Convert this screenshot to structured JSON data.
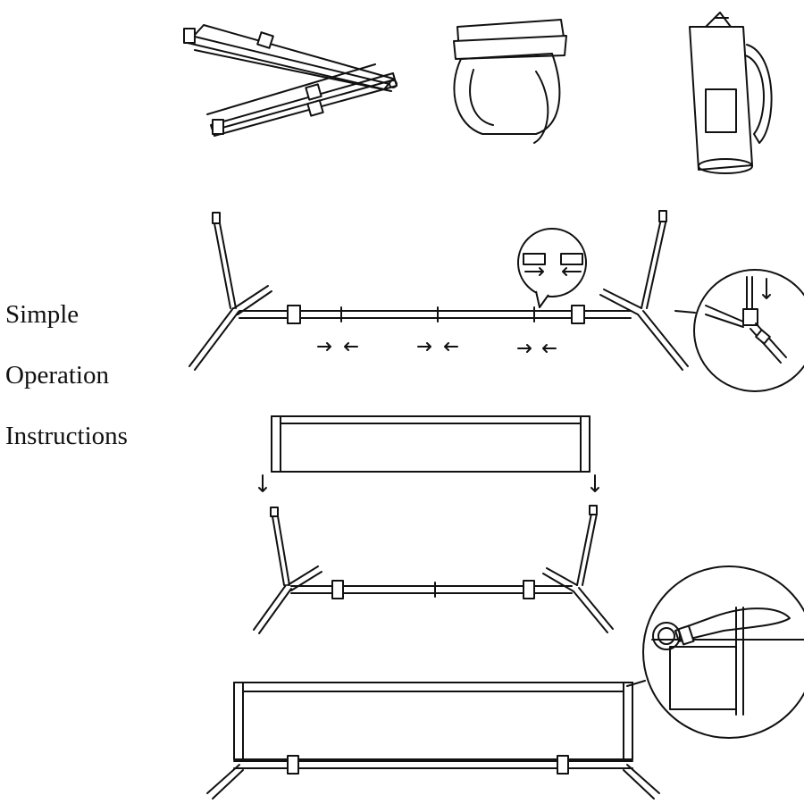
{
  "instructions": {
    "line1": "Simple",
    "line2": "Operation",
    "line3": "Instructions"
  },
  "colors": {
    "ink": "#111111",
    "background": "#ffffff"
  }
}
